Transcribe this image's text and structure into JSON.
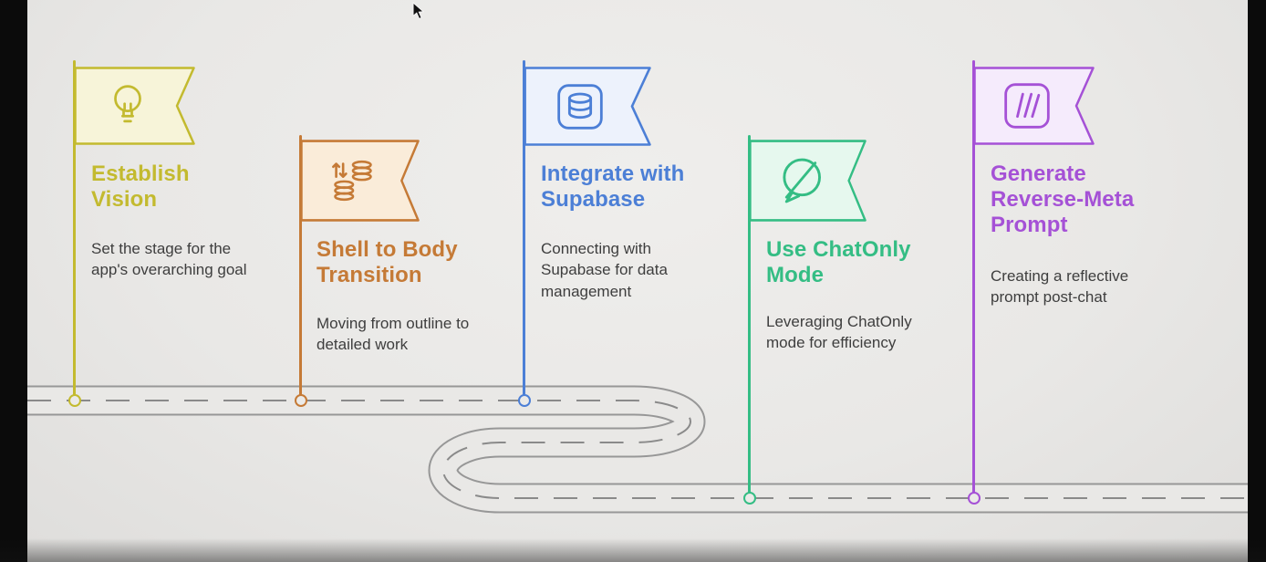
{
  "milestones": [
    {
      "title": "Establish Vision",
      "description": "Set the stage for the app's overarching goal",
      "color": "#c3ba2f",
      "fill": "#f7f4d9",
      "icon": "lightbulb-icon"
    },
    {
      "title": "Shell to Body Transition",
      "description": "Moving from outline to detailed work",
      "color": "#c57a36",
      "fill": "#faecd9",
      "icon": "database-transfer-icon"
    },
    {
      "title": "Integrate with Supabase",
      "description": "Connecting with Supabase for data management",
      "color": "#4c7fd6",
      "fill": "#edf2fc",
      "icon": "database-icon"
    },
    {
      "title": "Use ChatOnly Mode",
      "description": "Leveraging ChatOnly mode for efficiency",
      "color": "#34bd84",
      "fill": "#e6f8ee",
      "icon": "chat-off-icon"
    },
    {
      "title": "Generate Reverse-Meta Prompt",
      "description": "Creating a reflective prompt post-chat",
      "color": "#a551d6",
      "fill": "#f5ebfc",
      "icon": "miro-board-icon"
    }
  ],
  "road": {
    "edge_color": "#979797",
    "dash_color": "#8a8a8a",
    "surface_color": "#e9e8e6"
  }
}
